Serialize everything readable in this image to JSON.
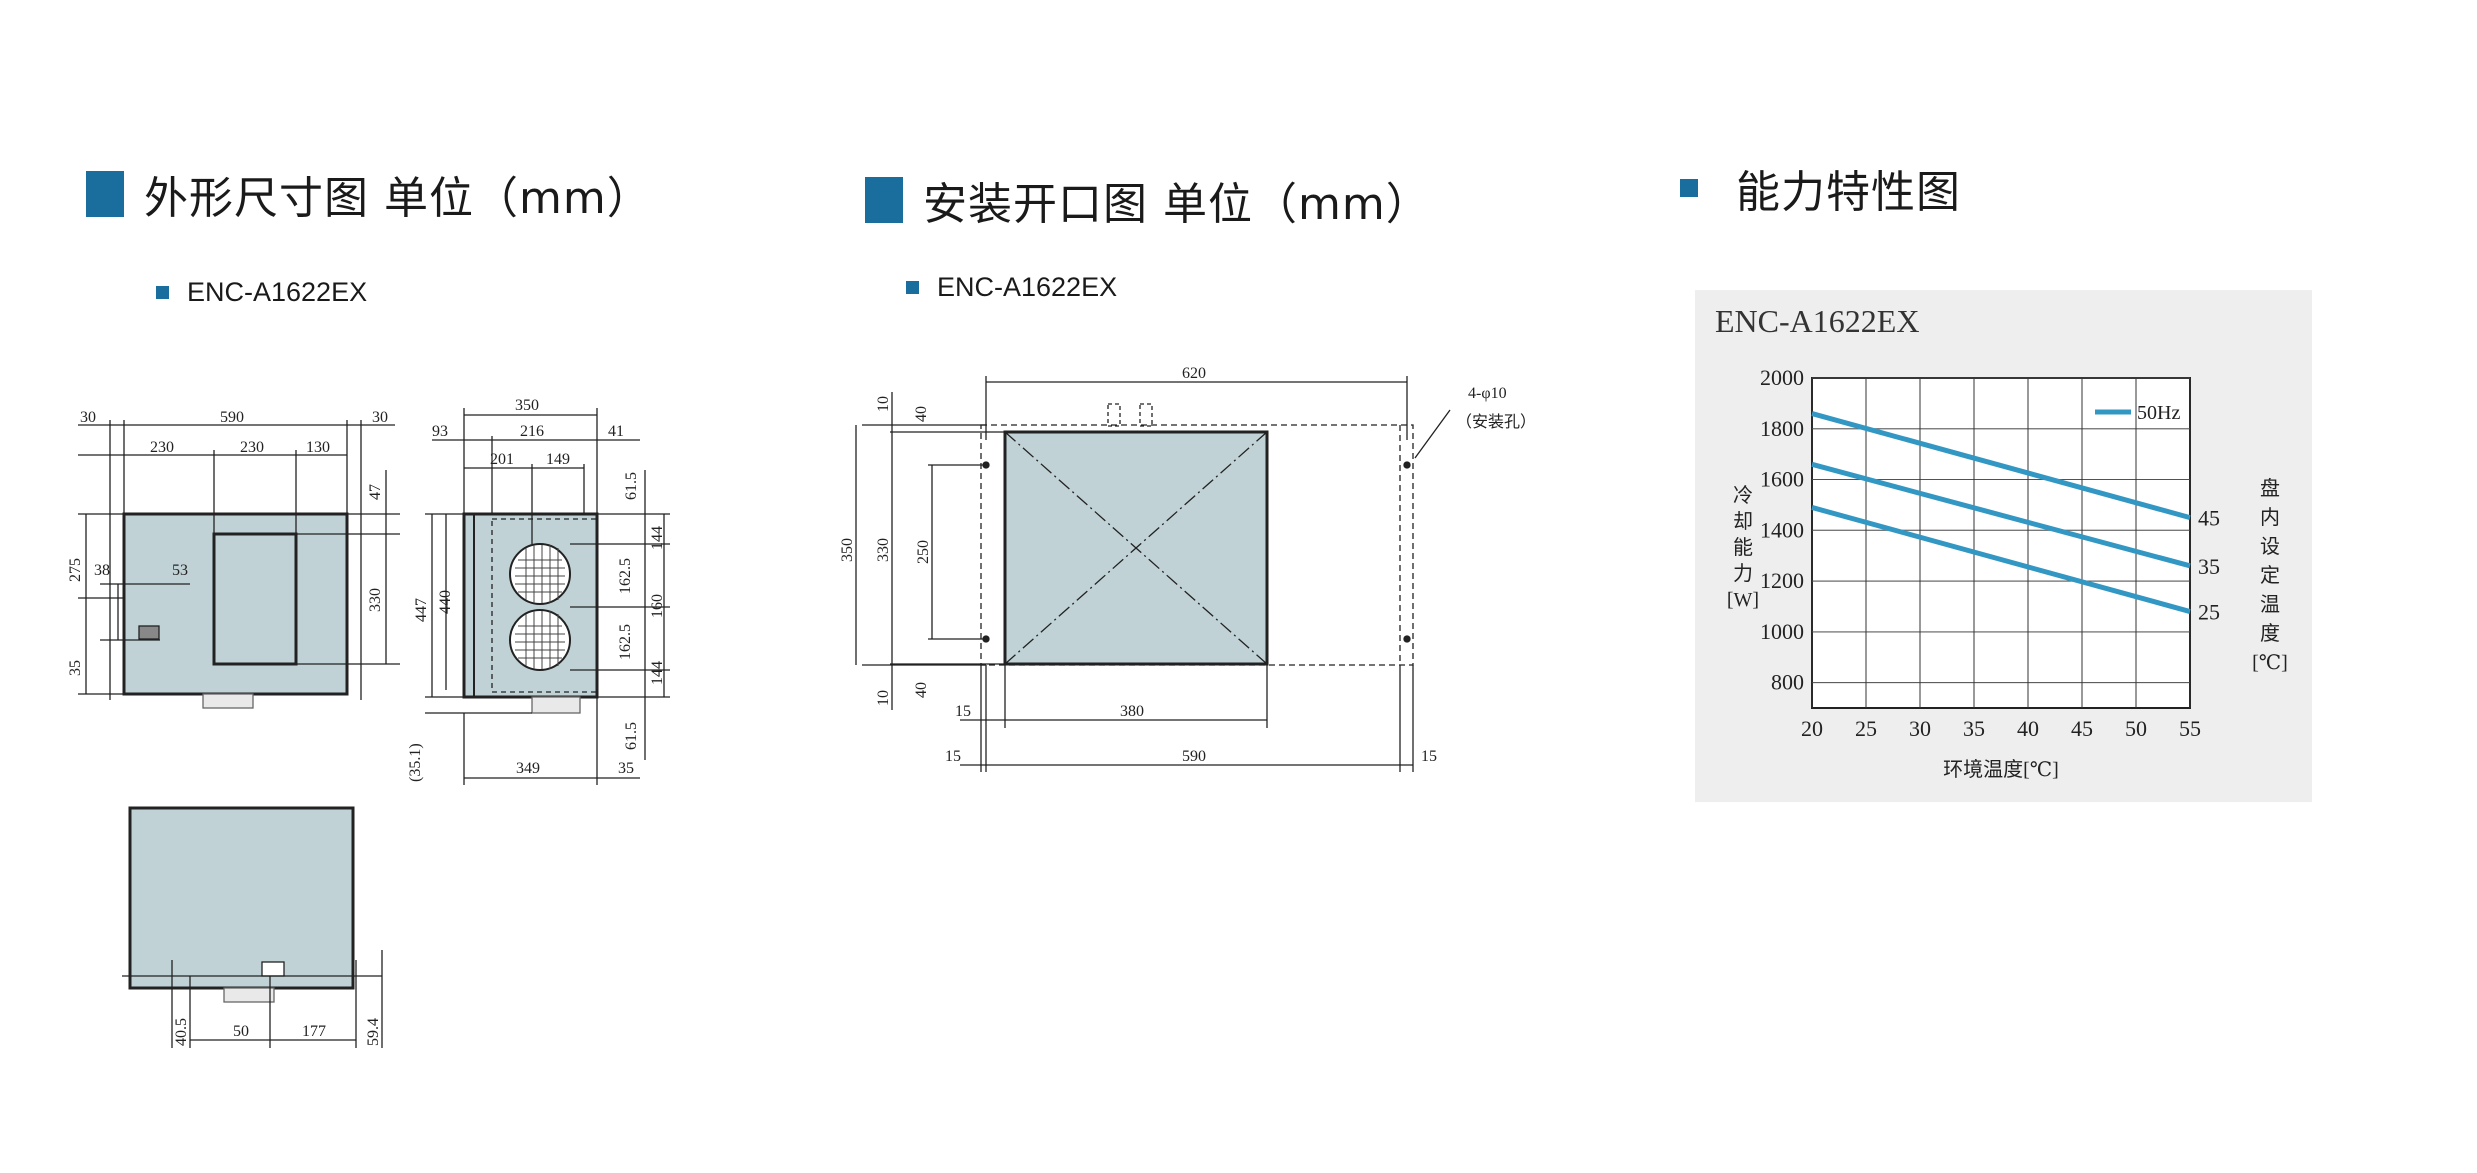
{
  "sections": {
    "outline": {
      "title": "外形尺寸图 单位（mm）",
      "model": "ENC-A1622EX"
    },
    "opening": {
      "title": "安装开口图 单位（mm）",
      "model": "ENC-A1622EX"
    },
    "capacity": {
      "title": "能力特性图"
    }
  },
  "front_view": {
    "dims_top_total": [
      "30",
      "590",
      "30"
    ],
    "dims_top_parts": [
      "230",
      "230",
      "130"
    ],
    "dims_left": [
      "275",
      "35"
    ],
    "dims_inner": [
      "38",
      "53"
    ],
    "dims_right": [
      "47",
      "330"
    ]
  },
  "side_view": {
    "dims_top": [
      "350",
      "93",
      "216",
      "41",
      "201",
      "149"
    ],
    "dims_left": [
      "447",
      "440",
      "(35.1)"
    ],
    "dims_right": [
      "61.5",
      "162.5",
      "144",
      "160",
      "162.5",
      "144",
      "61.5"
    ],
    "dims_bottom": [
      "349",
      "35"
    ]
  },
  "bottom_view": {
    "dims": [
      "40.5",
      "50",
      "177",
      "59.4"
    ]
  },
  "opening_view": {
    "dims_top": [
      "620"
    ],
    "hole_note": [
      "4-φ10",
      "（安装孔）"
    ],
    "dims_left": [
      "10",
      "40",
      "350",
      "330",
      "250",
      "40",
      "10"
    ],
    "dims_bottom": [
      "15",
      "380",
      "15",
      "590",
      "15"
    ]
  },
  "chart_data": {
    "type": "line",
    "title": "ENC-A1622EX",
    "xlabel": "环境温度[℃]",
    "ylabel": [
      "冷",
      "却",
      "能",
      "力",
      "[W]"
    ],
    "right_label": [
      "盘",
      "内",
      "设",
      "定",
      "温",
      "度",
      "[℃]"
    ],
    "xlim": [
      20,
      55
    ],
    "ylim": [
      700,
      2000
    ],
    "xticks": [
      20,
      25,
      30,
      35,
      40,
      45,
      50,
      55
    ],
    "yticks": [
      800,
      1000,
      1200,
      1400,
      1600,
      1800,
      2000
    ],
    "grid": true,
    "legend": {
      "label": "50Hz",
      "placement": "top-right"
    },
    "series_color": "#3397c4",
    "series": [
      {
        "name": "45",
        "x": [
          20,
          55
        ],
        "y": [
          1860,
          1450
        ]
      },
      {
        "name": "35",
        "x": [
          20,
          55
        ],
        "y": [
          1660,
          1260
        ]
      },
      {
        "name": "25",
        "x": [
          20,
          55
        ],
        "y": [
          1490,
          1080
        ]
      }
    ]
  }
}
